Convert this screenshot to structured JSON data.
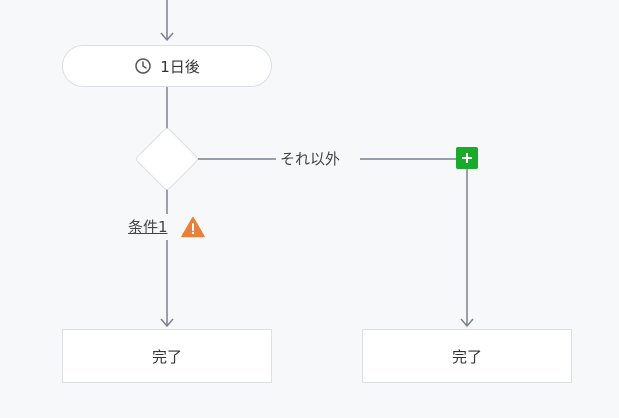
{
  "flow": {
    "delay_node": {
      "label": "1日後",
      "icon": "clock-icon"
    },
    "branch": {
      "else_label": "それ以外",
      "condition_label": "条件1",
      "warning_icon": "warning-triangle-icon",
      "add_button_icon": "plus-icon"
    },
    "end_nodes": [
      {
        "label": "完了"
      },
      {
        "label": "完了"
      }
    ]
  },
  "colors": {
    "connector": "#7a8190",
    "background": "#f7f8fa",
    "node_border": "#dcdfe4",
    "add_button": "#1aaa2b",
    "warning": "#e8803a"
  }
}
